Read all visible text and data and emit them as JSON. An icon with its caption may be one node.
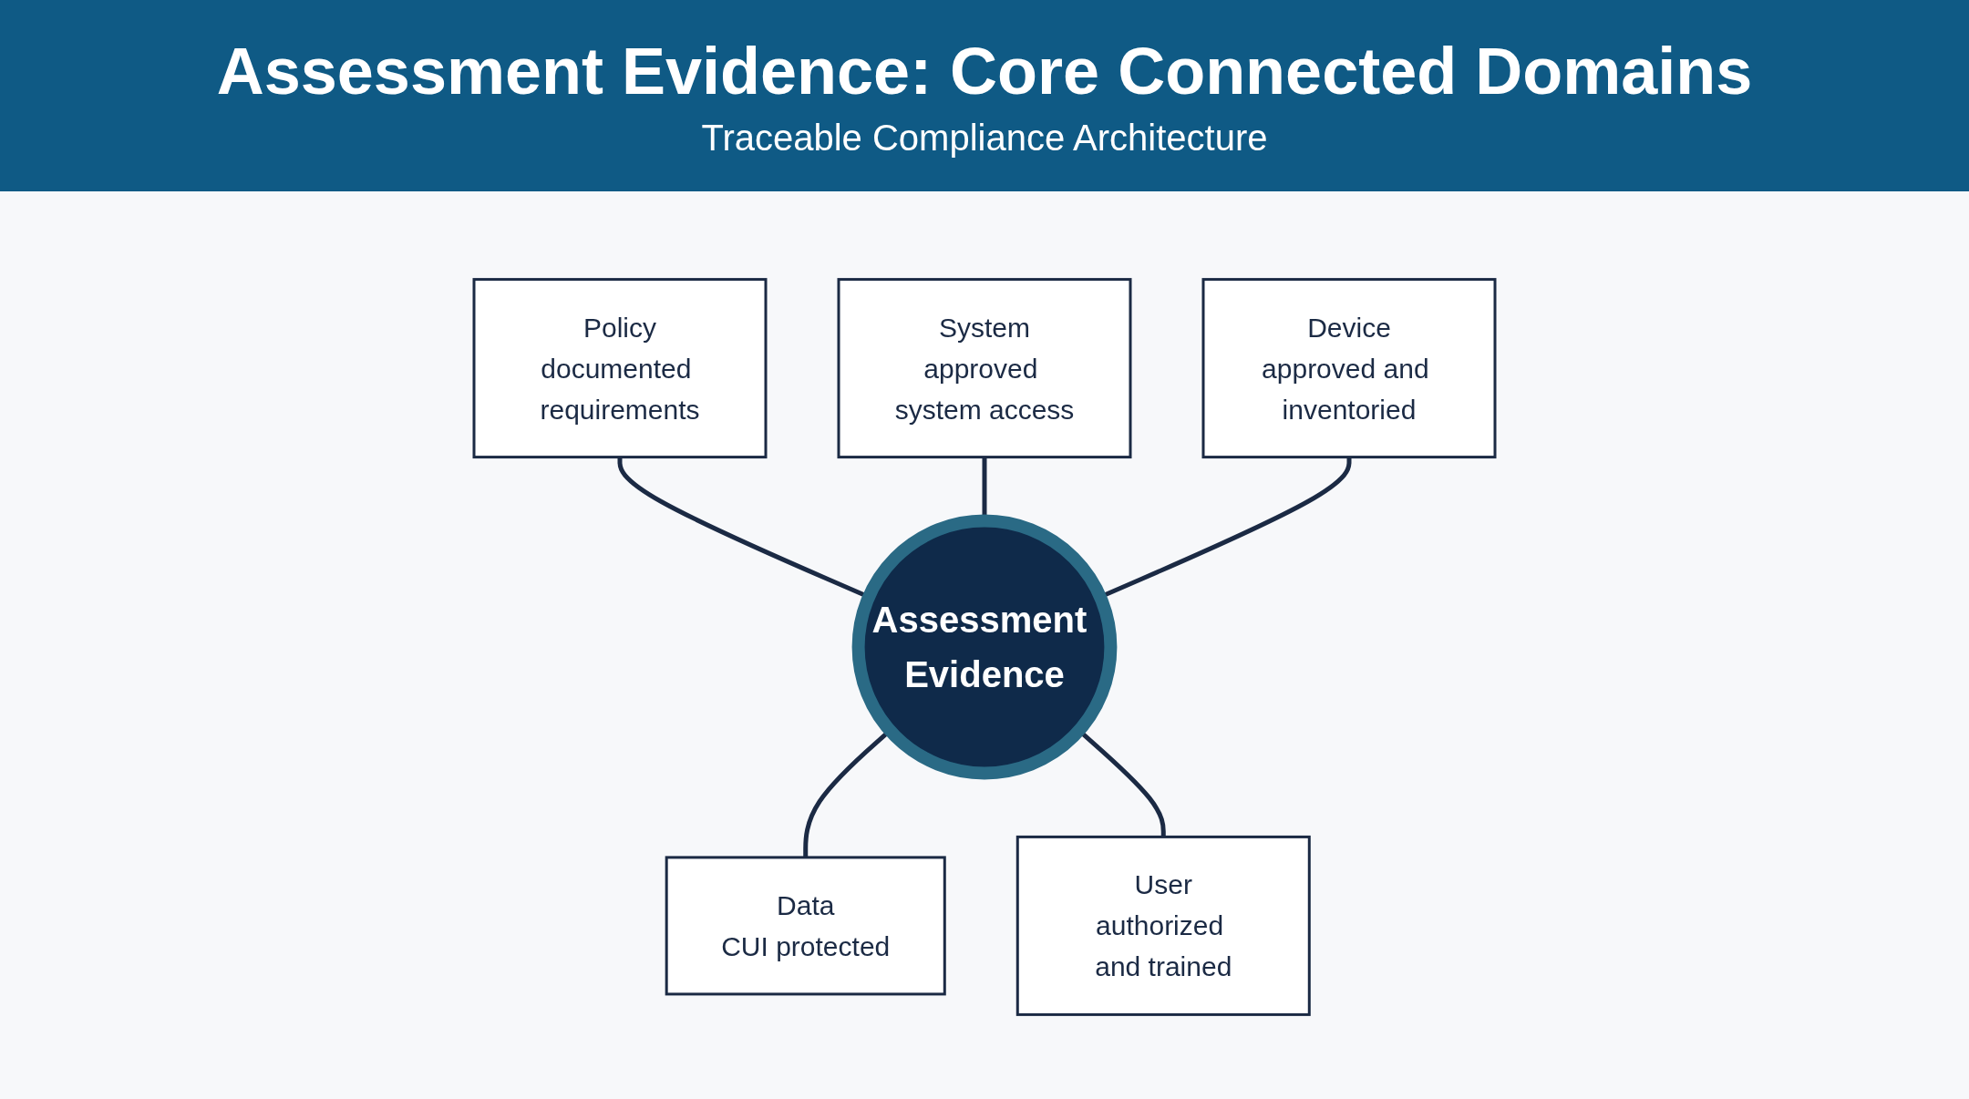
{
  "diagram": {
    "title": "Assessment Evidence: Core Connected Domains",
    "nodes": [
      {
        "text": [
          "Policy",
          "documented requirements"
        ]
      },
      {
        "text": [
          "System",
          "approved system access"
        ]
      },
      {
        "text": [
          "Device",
          "approved and inventoried"
        ]
      },
      {
        "text": [
          "Assessment Evidence"
        ]
      },
      {
        "text": [
          "Data",
          "CUI protected"
        ]
      },
      {
        "text": [
          "User",
          "authorized and trained"
        ]
      }
    ],
    "edges": [
      {
        "from": 0,
        "to": 3,
        "arrow": "none"
      },
      {
        "from": 1,
        "to": 3,
        "arrow": "none"
      },
      {
        "from": 2,
        "to": 3,
        "arrow": "none"
      },
      {
        "from": 3,
        "to": 4,
        "arrow": "none"
      },
      {
        "from": 3,
        "to": 5,
        "arrow": "none"
      }
    ],
    "labels": [
      "Traceable Compliance Architecture"
    ]
  }
}
